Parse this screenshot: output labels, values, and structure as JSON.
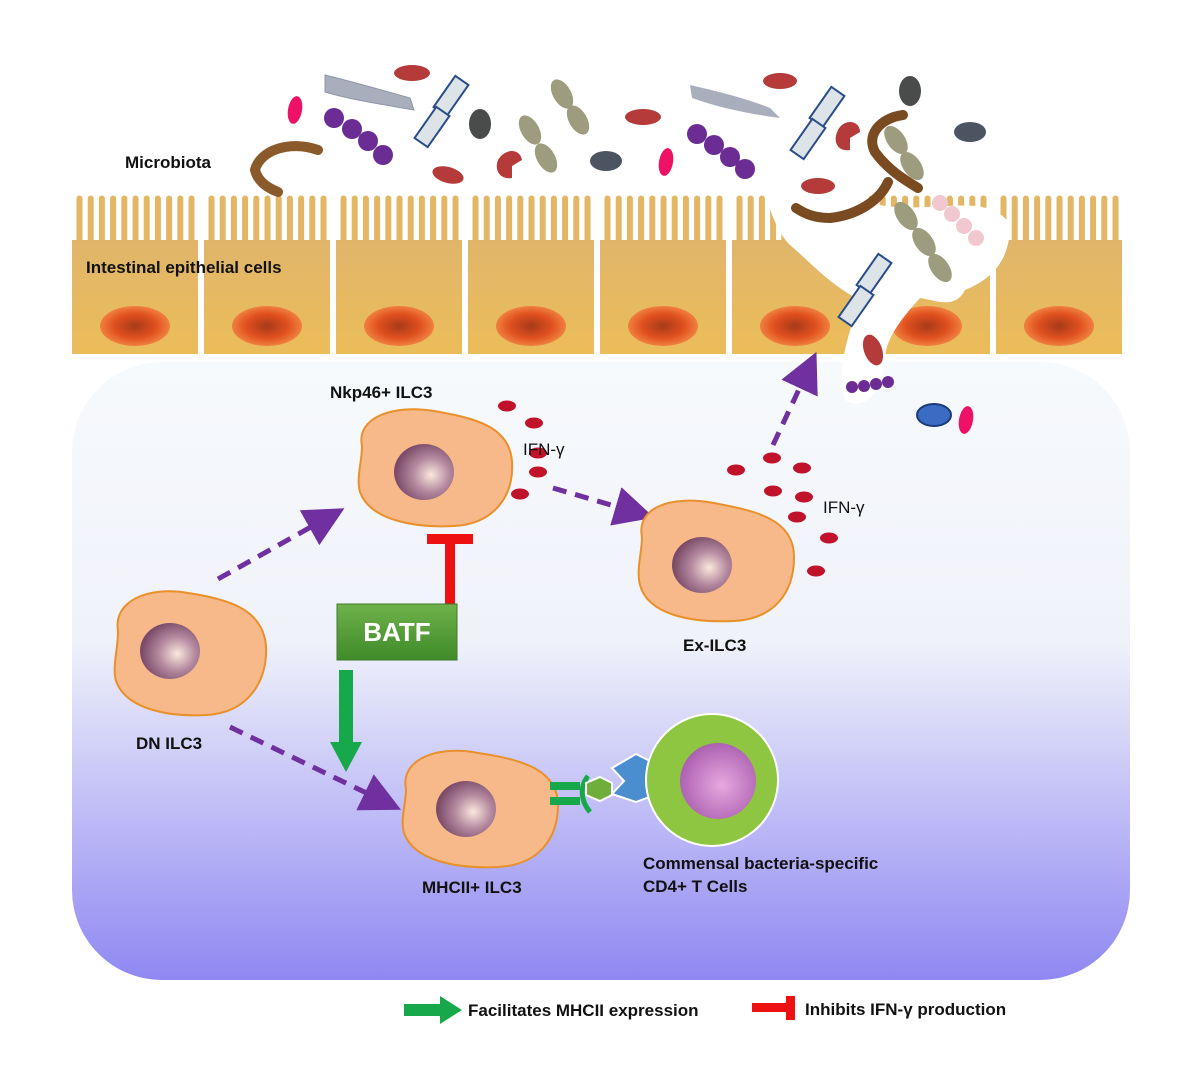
{
  "labels": {
    "microbiota": "Microbiota",
    "epithelium": "Intestinal epithelial cells",
    "nkp46": "Nkp46+ ILC3",
    "ifng_1": "IFN-γ",
    "ifng_2": "IFN-γ",
    "ex_ilc3": "Ex-ILC3",
    "batf": "BATF",
    "dn_ilc3": "DN ILC3",
    "mhcii_ilc3": "MHCII+ ILC3",
    "tcell_line1": "Commensal bacteria-specific",
    "tcell_line2": "CD4+ T Cells"
  },
  "legend": {
    "facilitates": "Facilitates MHCII expression",
    "inhibits": "Inhibits IFN-γ production"
  },
  "colors": {
    "epithelium": "#e6b868",
    "cell_body": "#f7b98a",
    "cell_outline": "#e8902a",
    "nucleus": "#8a5a78",
    "arrow_dashed": "#7030a0",
    "facilitate_arrow": "#16a84a",
    "inhibit_bar": "#ee1111",
    "batf_box": "#5aa03a",
    "tcell_outer": "#8ec641",
    "tcell_inner": "#b968b8",
    "ifng_dot": "#c0122a"
  }
}
